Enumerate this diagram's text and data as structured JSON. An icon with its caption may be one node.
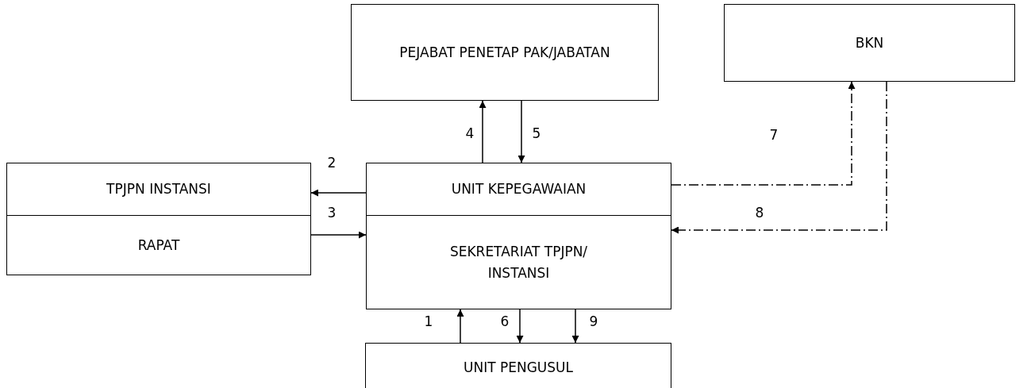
{
  "diagram": {
    "nodes": [
      {
        "text": [
          "PEJABAT PENETAP PAK/JABATAN"
        ]
      },
      {
        "text": [
          "BKN"
        ]
      },
      {
        "text": [
          "TPJPN INSTANSI"
        ]
      },
      {
        "text": [
          "RAPAT"
        ]
      },
      {
        "text": [
          "UNIT KEPEGAWAIAN"
        ]
      },
      {
        "text": [
          "SEKRETARIAT TPJPN/ INSTANSI"
        ]
      },
      {
        "text": [
          "UNIT PENGUSUL"
        ]
      }
    ],
    "edges": [
      {
        "from": 6,
        "to": 5,
        "arrow": "to",
        "label": "1"
      },
      {
        "from": 4,
        "to": 2,
        "arrow": "to",
        "label": "2"
      },
      {
        "from": 3,
        "to": 5,
        "arrow": "to",
        "label": "3"
      },
      {
        "from": 4,
        "to": 0,
        "arrow": "to",
        "label": "4"
      },
      {
        "from": 0,
        "to": 4,
        "arrow": "to",
        "label": "5"
      },
      {
        "from": 5,
        "to": 6,
        "arrow": "to",
        "label": "6"
      },
      {
        "from": 4,
        "to": 1,
        "arrow": "to",
        "label": "7",
        "style": "dashed"
      },
      {
        "from": 1,
        "to": 5,
        "arrow": "to",
        "label": "8",
        "style": "dashed"
      },
      {
        "from": 5,
        "to": 6,
        "arrow": "to",
        "label": "9"
      }
    ]
  }
}
